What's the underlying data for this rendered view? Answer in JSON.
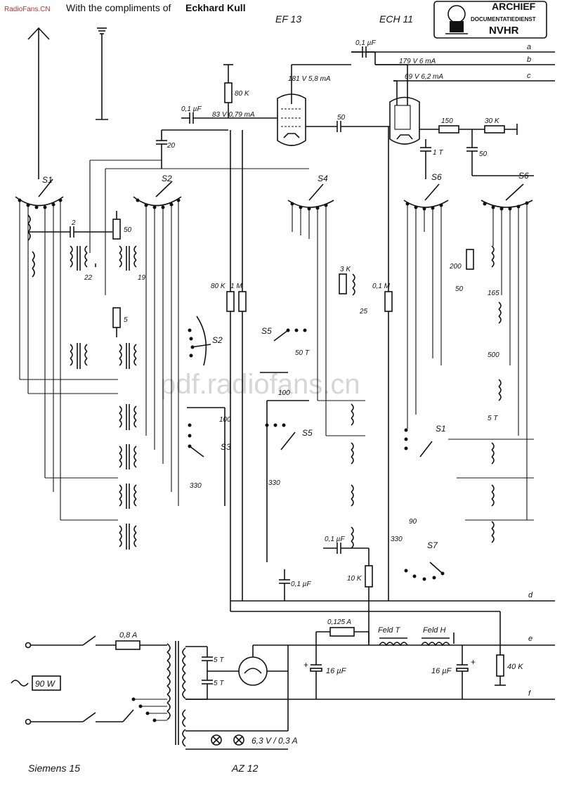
{
  "header": {
    "site": "RadioFans.CN",
    "compliments_prefix": "With the compliments of ",
    "compliments_name": "Eckhard Kull"
  },
  "stamp": {
    "title": "ARCHIEF",
    "line": "DOCUMENTATIEDIENST",
    "org": "NVHR"
  },
  "watermark": "pdf.radiofans.cn",
  "tubes": {
    "ef13": "EF 13",
    "ech11": "ECH 11",
    "az12": "AZ 12"
  },
  "footer": {
    "model": "Siemens 15"
  },
  "power": {
    "rating": "90 W",
    "fuse": "0,8 A",
    "fuse2": "0,125 A",
    "lamps": "6,3 V / 0,3 A"
  },
  "bus": [
    "a",
    "b",
    "c",
    "d",
    "e",
    "f"
  ],
  "labels": {
    "ef13_anode": "181 V 5,8 mA",
    "ef13_screen": "83 V 0,79 mA",
    "ech11_anode": "179 V 6 mA",
    "ech11_osc": "69 V 6,2 mA",
    "c01_top": "0,1 µF",
    "c01_ef": "0,1 µF",
    "r80k_top": "80 K",
    "c50_mid": "50",
    "r150": "150",
    "r30k": "30 K",
    "c1t": "1 T",
    "c50_right": "50",
    "c20": "20",
    "c2": "2",
    "r50": "50",
    "n22": "22",
    "n19": "19",
    "r5": "5",
    "r80k_mid": "80 K",
    "r1m": "1 M",
    "r01m": "0,1 M",
    "r3k": "3 K",
    "c25": "25",
    "c50t": "50 T",
    "c100a": "100",
    "c100b": "100",
    "c330a": "330",
    "c330b": "330",
    "c330c": "330",
    "c90": "90",
    "c01_low": "0,1 µF",
    "c01_bot": "0,1 µF",
    "r10k": "10 K",
    "r200": "200",
    "c50_r": "50",
    "n165": "165",
    "c500": "500",
    "c5t": "5 T",
    "feld_t": "Feld T",
    "feld_h": "Feld H",
    "c16a": "16 µF",
    "c16b": "16 µF",
    "r40k": "40 K",
    "c5t_a": "5 T",
    "c5t_b": "5 T"
  },
  "switches": {
    "s1": "S1",
    "s2": "S2",
    "s2b": "S2",
    "s3": "S3",
    "s4": "S4",
    "s5": "S5",
    "s5b": "S5",
    "s6": "S6",
    "s6b": "S6",
    "s1b": "S1",
    "s7": "S7"
  }
}
